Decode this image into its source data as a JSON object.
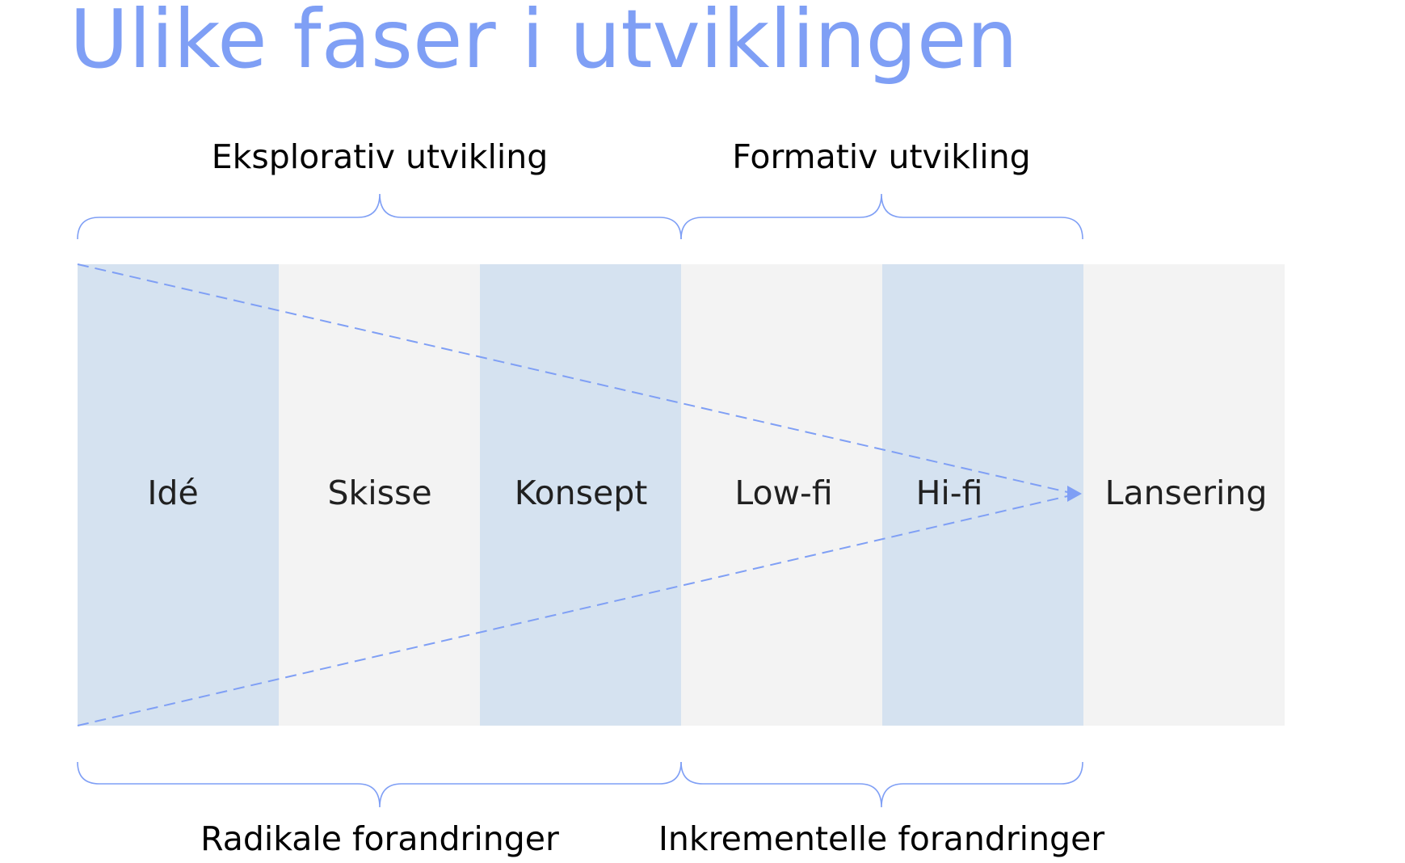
{
  "title": "Ulike faser i utviklingen",
  "colors": {
    "accent": "#7f9ff5",
    "column_shaded": "#d5e2f0",
    "column_plain": "#f3f3f3",
    "text": "#000000"
  },
  "phases": [
    {
      "label": "Idé",
      "style": "shaded"
    },
    {
      "label": "Skisse",
      "style": "plain"
    },
    {
      "label": "Konsept",
      "style": "shaded"
    },
    {
      "label": "Low-fi",
      "style": "plain"
    },
    {
      "label": "Hi-fi",
      "style": "shaded"
    },
    {
      "label": "Lansering",
      "style": "plain"
    }
  ],
  "top_groups": [
    {
      "label": "Eksplorativ utvikling",
      "phases": [
        "Idé",
        "Skisse",
        "Konsept"
      ]
    },
    {
      "label": "Formativ utvikling",
      "phases": [
        "Low-fi",
        "Hi-fi"
      ]
    }
  ],
  "bottom_groups": [
    {
      "label": "Radikale forandringer",
      "phases": [
        "Idé",
        "Skisse",
        "Konsept"
      ]
    },
    {
      "label": "Inkrementelle forandringer",
      "phases": [
        "Low-fi",
        "Hi-fi"
      ]
    }
  ],
  "funnel": {
    "converges_to": "Lansering",
    "line_style": "dashed"
  }
}
